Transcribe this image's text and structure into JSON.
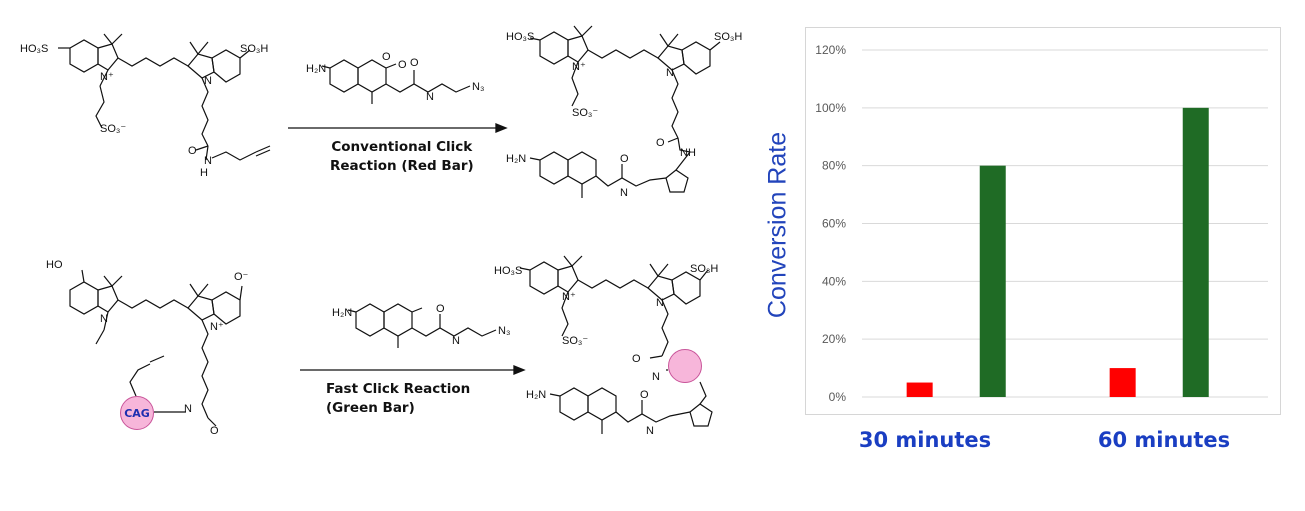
{
  "reactions": [
    {
      "label_line1": "Conventional Click",
      "label_line2": "Reaction (Red Bar)"
    },
    {
      "label_line1": "Fast Click Reaction",
      "label_line2": "(Green Bar)"
    }
  ],
  "molecule_labels": {
    "so3h_left": "HO₃S",
    "so3h_right": "SO₃H",
    "sulfonate": "SO₃⁻",
    "nitrogen": "N",
    "nh": "N",
    "h": "H",
    "n_plus": "N⁺",
    "oxygen": "O",
    "amine": "H₂N",
    "azide": "N₃",
    "nh_amide": "NH",
    "ho": "HO",
    "o_minus": "O⁻",
    "cag": "CAG"
  },
  "chart_data": {
    "type": "bar",
    "categories": [
      "30 minutes",
      "60 minutes"
    ],
    "series": [
      {
        "name": "Conventional Click Reaction (Red Bar)",
        "color": "#ff0000",
        "values": [
          5,
          10
        ]
      },
      {
        "name": "Fast Click Reaction (Green Bar)",
        "color": "#1f6b25",
        "values": [
          80,
          100
        ]
      }
    ],
    "ylabel": "Conversion Rate",
    "ylim": [
      0,
      120
    ],
    "yticks": [
      "0%",
      "20%",
      "40%",
      "60%",
      "80%",
      "100%",
      "120%"
    ],
    "grid": true
  }
}
